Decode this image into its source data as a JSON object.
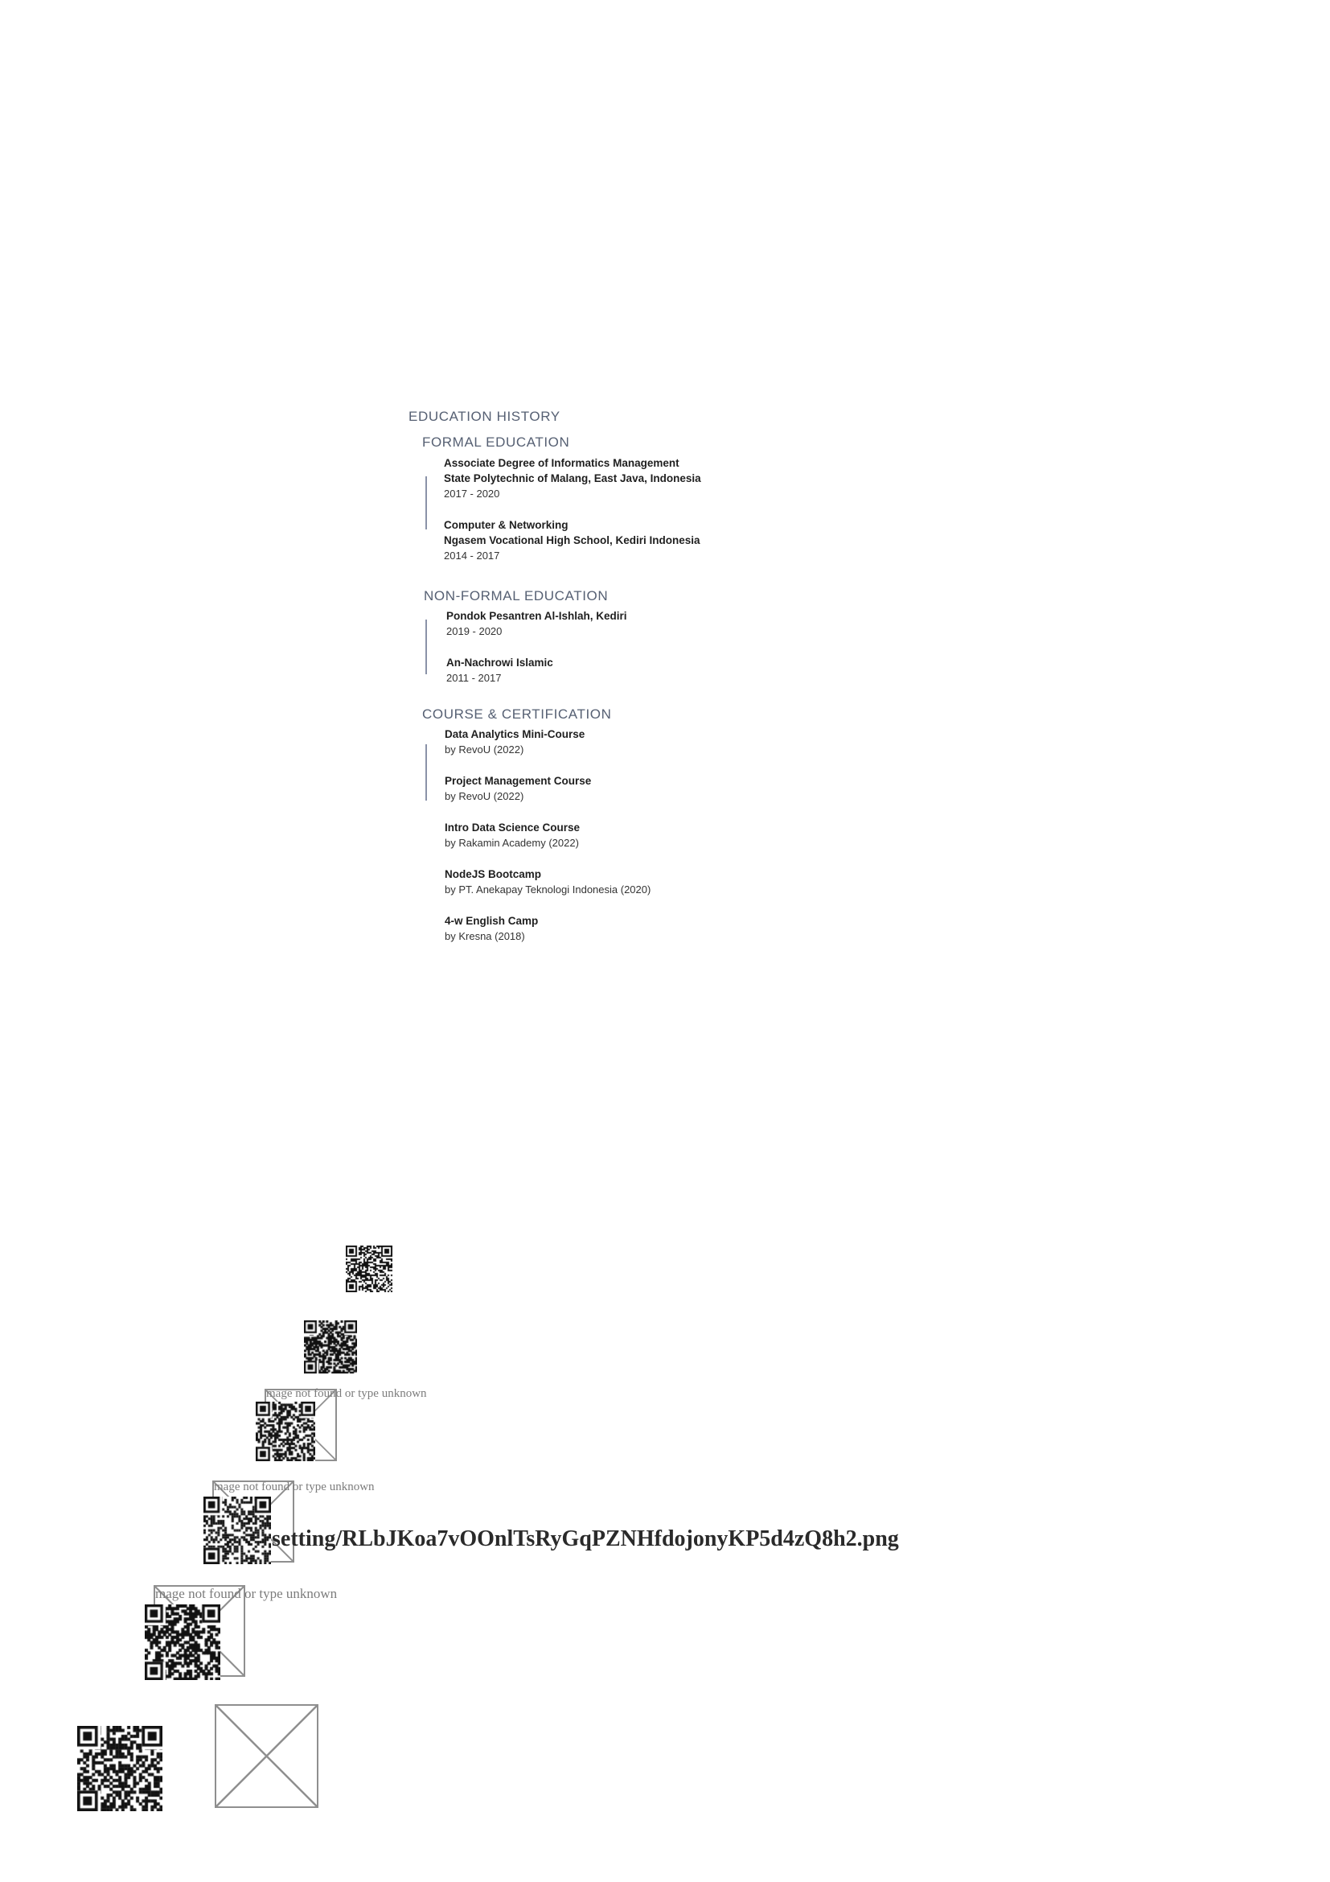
{
  "education": {
    "title": "EDUCATION HISTORY",
    "formal": {
      "heading": "FORMAL EDUCATION",
      "entries": [
        {
          "title": "Associate Degree of Informatics Management",
          "subtitle": "State Polytechnic of Malang, East Java, Indonesia",
          "years": "2017 - 2020"
        },
        {
          "title": "Computer & Networking",
          "subtitle": "Ngasem Vocational High School, Kediri Indonesia",
          "years": "2014 - 2017"
        }
      ]
    },
    "nonformal": {
      "heading": "NON-FORMAL EDUCATION",
      "entries": [
        {
          "title": "Pondok Pesantren Al-Ishlah, Kediri",
          "years": "2019 - 2020"
        },
        {
          "title": "An-Nachrowi Islamic",
          "years": "2011 - 2017"
        }
      ]
    },
    "courses": {
      "heading": "COURSE & CERTIFICATION",
      "entries": [
        {
          "title": "Data Analytics Mini-Course",
          "provider": "by RevoU (2022)"
        },
        {
          "title": "Project Management Course",
          "provider": "by RevoU (2022)"
        },
        {
          "title": "Intro Data Science Course",
          "provider": "by Rakamin Academy (2022)"
        },
        {
          "title": "NodeJS Bootcamp",
          "provider": "by PT. Anekapay Teknologi Indonesia (2020)"
        },
        {
          "title": "4-w English Camp",
          "provider": "by Kresna (2018)"
        }
      ]
    }
  },
  "broken_images": {
    "alt_1": "mage not found or type unknown",
    "alt_2": "mage not found or type unknown",
    "alt_3": "mage not found or type unknown",
    "path_text": "setting/RLbJKoa7vOOnlTsRyGqPZNHfdojonyKP5d4zQ8h2.png"
  },
  "colors": {
    "heading": "#566073",
    "accent_bar": "#8a92a8",
    "alt_text": "#7c7c7c",
    "qr_dark": "#111111"
  }
}
